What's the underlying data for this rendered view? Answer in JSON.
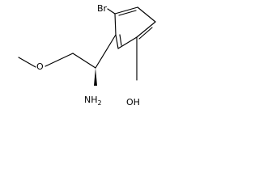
{
  "molecule": {
    "labels": {
      "bromine": "Br",
      "oxygen_ether": "O",
      "amine": "NH",
      "amine_subscript": "2",
      "hydroxyl": "OH"
    },
    "colors": {
      "bond": "#000000",
      "text": "#000000",
      "background": "#ffffff"
    }
  }
}
